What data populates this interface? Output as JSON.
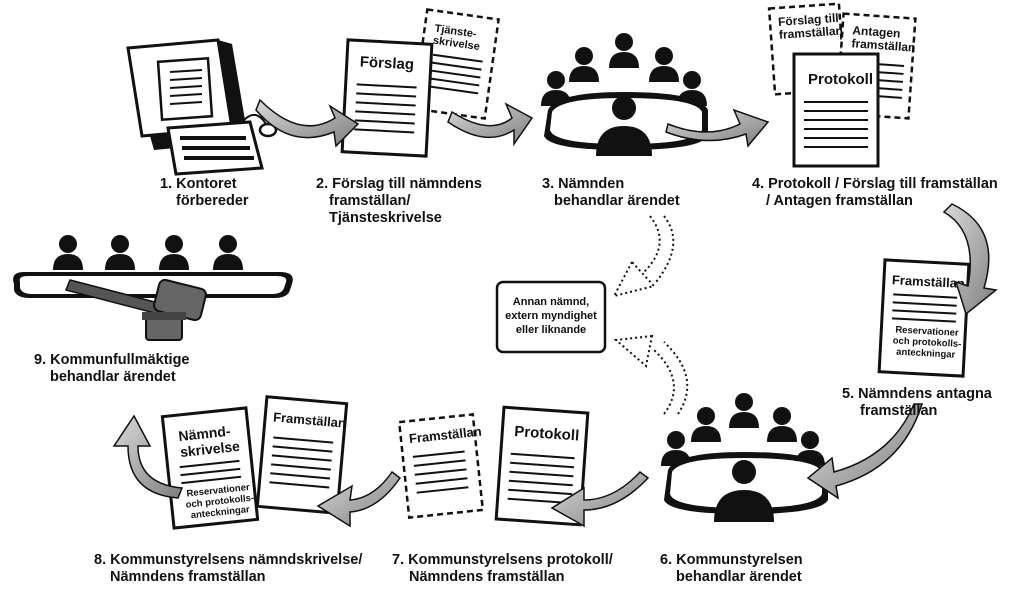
{
  "steps": [
    {
      "id": "1",
      "lines": [
        "1. Kontoret",
        "förbereder"
      ]
    },
    {
      "id": "2",
      "lines": [
        "2. Förslag till nämndens",
        "framställan/",
        "Tjänsteskrivelse"
      ]
    },
    {
      "id": "3",
      "lines": [
        "3. Nämnden",
        "behandlar ärendet"
      ]
    },
    {
      "id": "4",
      "lines": [
        "4. Protokoll / Förslag till framställan",
        "/ Antagen framställan"
      ]
    },
    {
      "id": "5",
      "lines": [
        "5. Nämndens antagna",
        "framställan"
      ]
    },
    {
      "id": "6",
      "lines": [
        "6. Kommunstyrelsen",
        "behandlar ärendet"
      ]
    },
    {
      "id": "7",
      "lines": [
        "7. Kommunstyrelsens protokoll/",
        "Nämndens framställan"
      ]
    },
    {
      "id": "8",
      "lines": [
        "8. Kommunstyrelsens nämndskrivelse/",
        "Nämndens framställan"
      ]
    },
    {
      "id": "9",
      "lines": [
        "9. Kommunfullmäktige",
        "behandlar ärendet"
      ]
    }
  ],
  "external_box": {
    "lines": [
      "Annan nämnd,",
      "extern myndighet",
      "eller liknande"
    ]
  },
  "documents": {
    "forslag": "Förslag",
    "tjanste": [
      "Tjänste-",
      "skrivelse"
    ],
    "forslag_till": [
      "Förslag till",
      "framställan"
    ],
    "antagen": [
      "Antagen",
      "framställan"
    ],
    "protokoll": "Protokoll",
    "framstallan": "Framställan",
    "reservationer": [
      "Reservationer",
      "och protokolls-",
      "anteckningar"
    ],
    "namnd_skrivelse": [
      "Nämnd-",
      "skrivelse"
    ]
  },
  "icons": [
    "computer-icon",
    "keyboard-icon",
    "mouse-icon",
    "document-icon",
    "meeting-table-icon",
    "gavel-icon",
    "curved-arrow-icon",
    "dotted-arrow-icon"
  ]
}
